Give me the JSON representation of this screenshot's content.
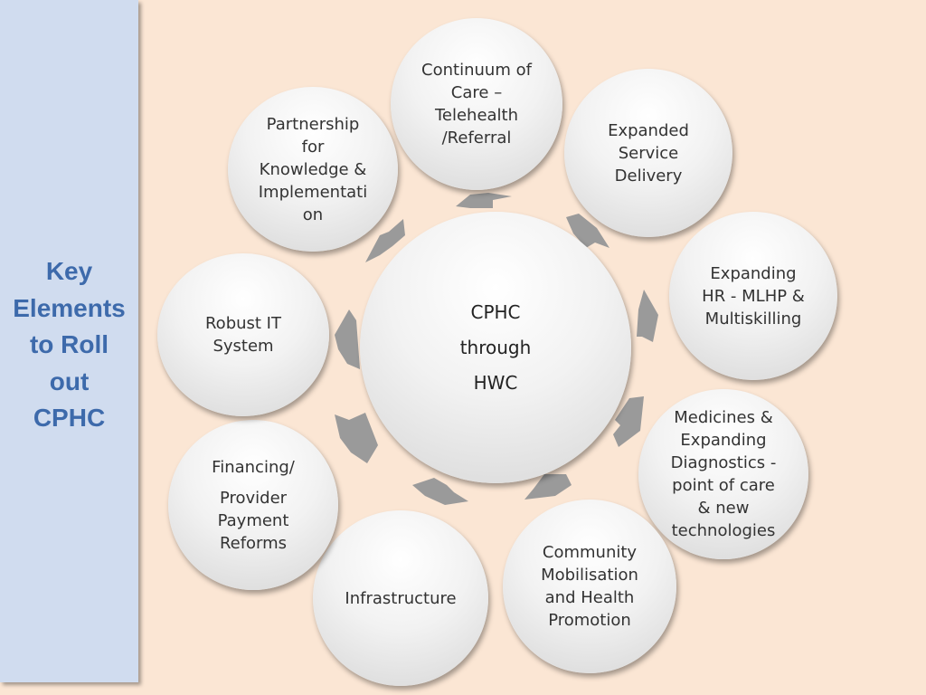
{
  "sidebar": {
    "title_lines": [
      "Key",
      "Elements",
      "to Roll",
      "out",
      "CPHC"
    ]
  },
  "center": {
    "lines": [
      "CPHC",
      "through",
      "HWC"
    ]
  },
  "elements": [
    {
      "id": "continuum",
      "lines": [
        "Continuum of",
        "Care –",
        "Telehealth",
        "/Referral"
      ]
    },
    {
      "id": "expanded-service",
      "lines": [
        "Expanded",
        "Service",
        "Delivery"
      ]
    },
    {
      "id": "expanding-hr",
      "lines": [
        "Expanding",
        "HR - MLHP &",
        "Multiskilling"
      ]
    },
    {
      "id": "medicines",
      "lines": [
        "Medicines &",
        "Expanding",
        "Diagnostics -",
        "point of care",
        "& new",
        "technologies"
      ]
    },
    {
      "id": "community",
      "lines": [
        "Community",
        "Mobilisation",
        "and Health",
        "Promotion"
      ]
    },
    {
      "id": "infrastructure",
      "lines": [
        "Infrastructure"
      ]
    },
    {
      "id": "financing",
      "lines": [
        "Financing/",
        "Provider",
        "Payment",
        "Reforms"
      ]
    },
    {
      "id": "robust-it",
      "lines": [
        "Robust IT",
        "System"
      ]
    },
    {
      "id": "partnership",
      "lines": [
        "Partnership",
        "for",
        "Knowledge &",
        "Implementati",
        "on"
      ]
    }
  ],
  "colors": {
    "background": "#fbe6d4",
    "sidebar": "#d0dcef",
    "title": "#3d6aab",
    "arrow": "#9a9a9a"
  }
}
